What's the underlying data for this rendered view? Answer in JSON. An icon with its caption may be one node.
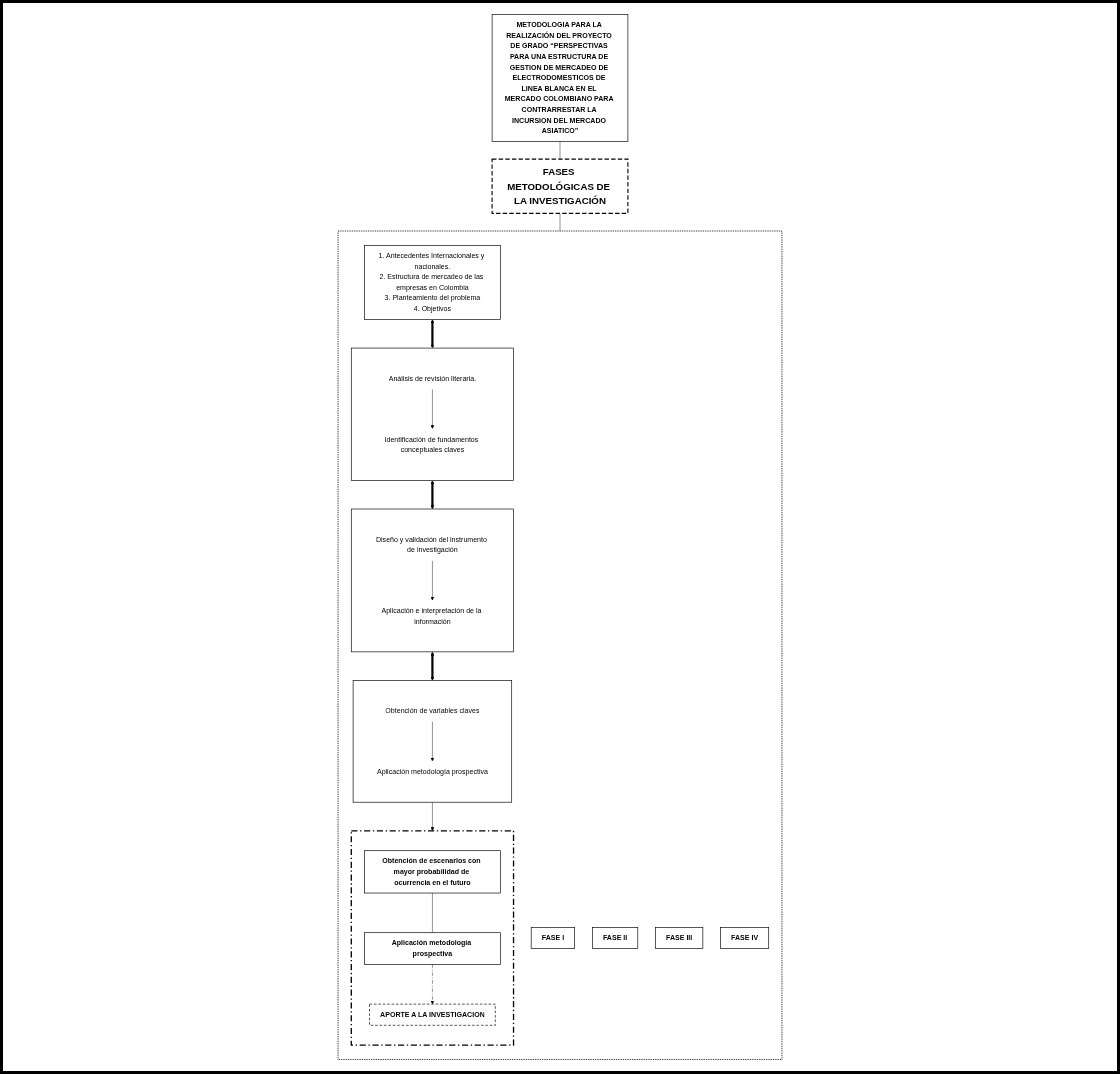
{
  "diagram": {
    "nodes": [
      {
        "text": [
          "METODOLOGIA PARA LA REALIZACIÓN DEL PROYECTO DE GRADO “PERSPECTIVAS PARA UNA ESTRUCTURA DE GESTION DE MERCADEO DE ELECTRODOMESTICOS DE LINEA BLANCA EN EL MERCADO COLOMBIANO PARA CONTRARRESTAR LA INCURSION DEL MERCADO ASIATICO”"
        ]
      },
      {
        "text": [
          "FASES METODOLÓGICAS DE LA INVESTIGACIÓN"
        ]
      },
      {
        "text": [],
        "shape": "box"
      },
      {
        "text": [
          "FASE I"
        ],
        "in": 2
      },
      {
        "text": [
          "FASE II"
        ],
        "in": 2
      },
      {
        "text": [
          "FASE III"
        ],
        "in": 2
      },
      {
        "text": [
          "FASE IV"
        ],
        "in": 2
      },
      {
        "text": [
          "1. Antecedentes Internacionales y nacionales.",
          "2. Estructura de mercadeo de las empresas en Colombia",
          "3. Planteamiento del problema",
          "4. Objetivos"
        ],
        "in": 2
      },
      {
        "text": [],
        "shape": "box",
        "in": 2
      },
      {
        "text": [
          "Análisis de revisión literaria."
        ],
        "in": 8
      },
      {
        "text": [
          "Identificación de fundamentos conceptuales claves"
        ],
        "in": 8
      },
      {
        "text": [],
        "shape": "box",
        "in": 2
      },
      {
        "text": [
          "Diseño y validación del instrumento de investigación"
        ],
        "in": 11
      },
      {
        "text": [
          "Aplicación e interpretación de la información"
        ],
        "in": 11
      },
      {
        "text": [],
        "shape": "box",
        "in": 2
      },
      {
        "text": [
          "Obtención de variables claves"
        ],
        "in": 14
      },
      {
        "text": [
          "Aplicación metodología prospectiva"
        ],
        "in": 14
      },
      {
        "text": [],
        "shape": "box",
        "in": 2
      },
      {
        "text": [
          "APORTE A LA INVESTIGACION"
        ],
        "in": 17
      },
      {
        "text": [
          "Obtención de escenarios con mayor probabilidad de ocurrencia en el futuro"
        ],
        "in": 17
      },
      {
        "text": [
          "Aplicación metodología prospectiva"
        ],
        "in": 17
      }
    ],
    "edges": [
      {
        "from": 0,
        "to": 1,
        "arrow": "none"
      },
      {
        "from": 1,
        "to": 2,
        "arrow": "none"
      },
      {
        "from": 7,
        "to": 8,
        "arrow": "both",
        "style": "thick"
      },
      {
        "from": 9,
        "to": 10,
        "arrow": "to"
      },
      {
        "from": 8,
        "to": 11,
        "arrow": "both",
        "style": "thick"
      },
      {
        "from": 12,
        "to": 13,
        "arrow": "to"
      },
      {
        "from": 11,
        "to": 14,
        "arrow": "both",
        "style": "thick"
      },
      {
        "from": 15,
        "to": 16,
        "arrow": "to"
      },
      {
        "from": 14,
        "to": 17,
        "arrow": "to"
      },
      {
        "from": 19,
        "to": 20,
        "arrow": "none"
      },
      {
        "from": 20,
        "to": 18,
        "arrow": "to",
        "style": "dashed"
      }
    ]
  }
}
